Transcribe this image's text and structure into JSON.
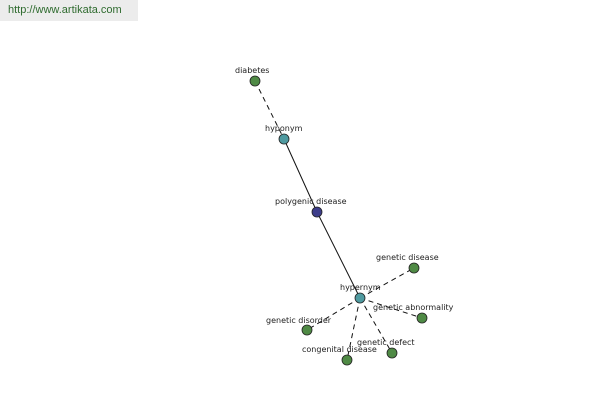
{
  "header": {
    "url": "http://www.artikata.com"
  },
  "colors": {
    "leaf": "#4f8a45",
    "relation": "#4f9aa0",
    "center": "#3d3d8a",
    "stroke": "#222222",
    "edge": "#111111"
  },
  "nodes": [
    {
      "id": "diabetes",
      "label": "diabetes",
      "kind": "leaf"
    },
    {
      "id": "hyponym",
      "label": "hyponym",
      "kind": "relation"
    },
    {
      "id": "polygenic",
      "label": "polygenic disease",
      "kind": "center"
    },
    {
      "id": "hypernym",
      "label": "hypernym",
      "kind": "relation"
    },
    {
      "id": "genetic-disease",
      "label": "genetic disease",
      "kind": "leaf"
    },
    {
      "id": "genetic-abnormality",
      "label": "genetic abnormality",
      "kind": "leaf"
    },
    {
      "id": "genetic-disorder",
      "label": "genetic disorder",
      "kind": "leaf"
    },
    {
      "id": "genetic-defect",
      "label": "genetic defect",
      "kind": "leaf"
    },
    {
      "id": "congenital-disease",
      "label": "congenital disease",
      "kind": "leaf"
    }
  ],
  "edges": [
    {
      "from": "diabetes",
      "to": "hyponym",
      "style": "dashed"
    },
    {
      "from": "hyponym",
      "to": "polygenic",
      "style": "solid"
    },
    {
      "from": "polygenic",
      "to": "hypernym",
      "style": "solid"
    },
    {
      "from": "hypernym",
      "to": "genetic-disease",
      "style": "dashed"
    },
    {
      "from": "hypernym",
      "to": "genetic-abnormality",
      "style": "dashed"
    },
    {
      "from": "hypernym",
      "to": "genetic-disorder",
      "style": "dashed"
    },
    {
      "from": "hypernym",
      "to": "genetic-defect",
      "style": "dashed"
    },
    {
      "from": "hypernym",
      "to": "congenital-disease",
      "style": "dashed"
    }
  ]
}
